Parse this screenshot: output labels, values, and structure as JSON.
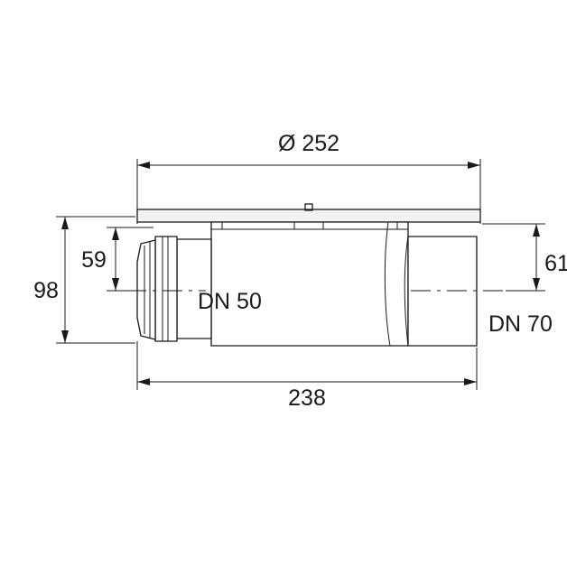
{
  "drawing": {
    "title": "technical-dimension-drawing-floor-drain",
    "dimensions": {
      "diameter_top": "Ø 252",
      "height_total": "98",
      "height_inlet": "59",
      "height_outlet": "61",
      "length_total": "238"
    },
    "labels": {
      "inlet": "DN 50",
      "outlet": "DN 70"
    },
    "colors": {
      "line": "#1a1a1a",
      "flange": "#f2f2f2",
      "background": "#ffffff"
    }
  }
}
